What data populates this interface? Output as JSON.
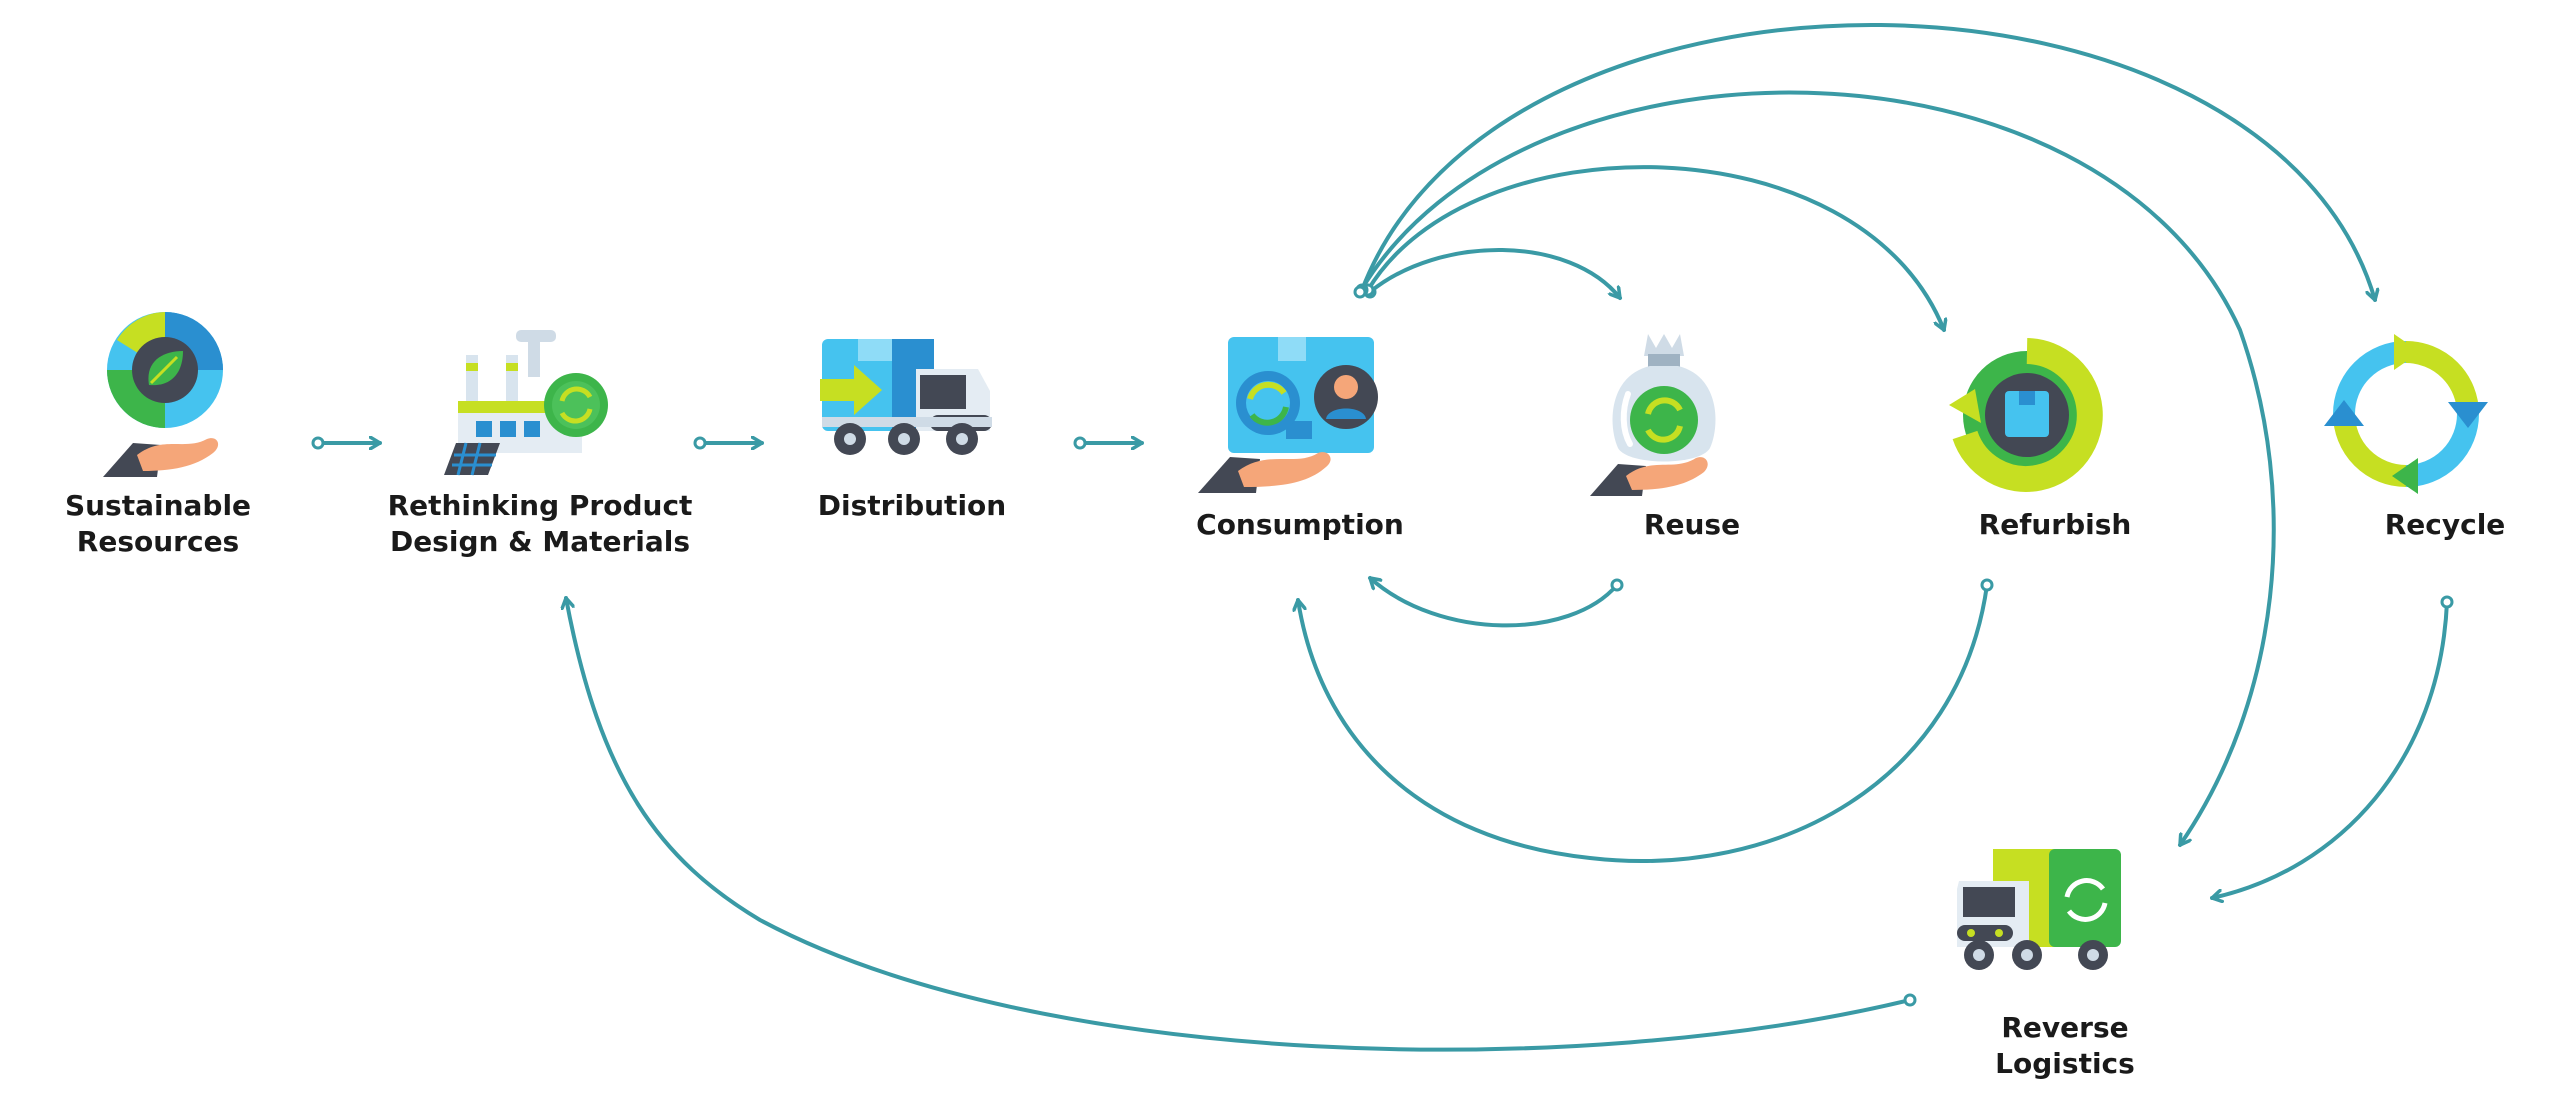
{
  "diagram": {
    "nodes": {
      "sustainable_resources": {
        "lines": [
          "Sustainable",
          "Resources"
        ]
      },
      "rethinking_design": {
        "lines": [
          "Rethinking Product",
          "Design & Materials"
        ]
      },
      "distribution": {
        "lines": [
          "Distribution"
        ]
      },
      "consumption": {
        "lines": [
          "Consumption"
        ]
      },
      "reuse": {
        "lines": [
          "Reuse"
        ]
      },
      "refurbish": {
        "lines": [
          "Refurbish"
        ]
      },
      "recycle": {
        "lines": [
          "Recycle"
        ]
      },
      "reverse_logistics": {
        "lines": [
          "Reverse",
          "Logistics"
        ]
      }
    },
    "edges": [
      {
        "from": "sustainable_resources",
        "to": "rethinking_design"
      },
      {
        "from": "rethinking_design",
        "to": "distribution"
      },
      {
        "from": "distribution",
        "to": "consumption"
      },
      {
        "from": "consumption",
        "to": "reuse"
      },
      {
        "from": "consumption",
        "to": "refurbish"
      },
      {
        "from": "consumption",
        "to": "recycle"
      },
      {
        "from": "consumption",
        "to": "reverse_logistics"
      },
      {
        "from": "reuse",
        "to": "consumption"
      },
      {
        "from": "refurbish",
        "to": "consumption"
      },
      {
        "from": "recycle",
        "to": "reverse_logistics"
      },
      {
        "from": "reverse_logistics",
        "to": "rethinking_design"
      }
    ],
    "colors": {
      "edge": "#3a9aa5",
      "label": "#1a1a1a",
      "sky_blue": "#45c3ef",
      "mid_blue": "#2a8fd0",
      "lime": "#c6df22",
      "green": "#3db54a",
      "dark_slate": "#434854",
      "skin": "#f5a679",
      "light_gray": "#d8e4ee"
    },
    "icons": {
      "sustainable_resources": "leaf-globe-hand-icon",
      "rethinking_design": "eco-factory-icon",
      "distribution": "delivery-truck-icon",
      "consumption": "product-box-hand-icon",
      "reuse": "recycle-bag-hand-icon",
      "refurbish": "refurbish-cycle-icon",
      "recycle": "recycle-arrows-icon",
      "reverse_logistics": "recycling-truck-icon"
    }
  }
}
